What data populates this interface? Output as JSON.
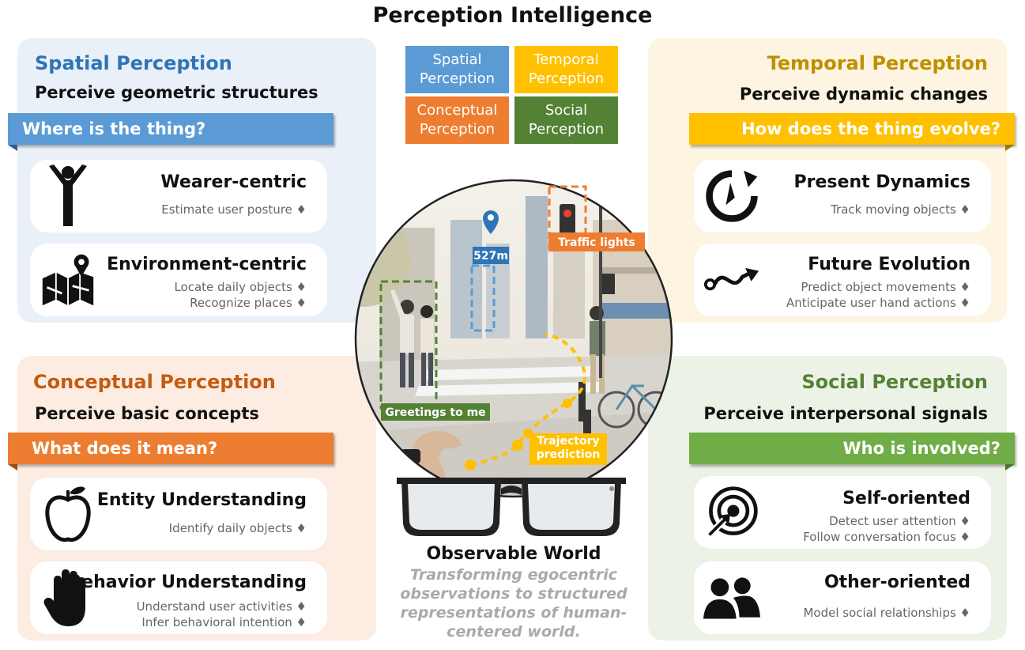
{
  "title": "Perception Intelligence",
  "legend": [
    {
      "label": "Spatial Perception",
      "color": "#5b9bd5"
    },
    {
      "label": "Temporal Perception",
      "color": "#ffc000"
    },
    {
      "label": "Conceptual Perception",
      "color": "#ed7d31"
    },
    {
      "label": "Social Perception",
      "color": "#548235"
    }
  ],
  "spatial": {
    "title": "Spatial Perception",
    "subtitle": "Perceive geometric structures",
    "question": "Where is the thing?",
    "cards": [
      {
        "title": "Wearer-centric",
        "lines": [
          "Estimate user posture ♦"
        ],
        "icon": "person-arms-up-icon"
      },
      {
        "title": "Environment-centric",
        "lines": [
          "Locate daily objects ♦",
          "Recognize places ♦"
        ],
        "icon": "map-pin-icon"
      }
    ]
  },
  "temporal": {
    "title": "Temporal Perception",
    "subtitle": "Perceive dynamic changes",
    "question": "How does the thing evolve?",
    "cards": [
      {
        "title": "Present Dynamics",
        "lines": [
          "Track moving objects ♦"
        ],
        "icon": "clock-refresh-icon"
      },
      {
        "title": "Future Evolution",
        "lines": [
          "Predict object movements ♦",
          "Anticipate user hand actions ♦"
        ],
        "icon": "wave-arrow-icon"
      }
    ]
  },
  "conceptual": {
    "title": "Conceptual Perception",
    "subtitle": "Perceive basic concepts",
    "question": "What does it mean?",
    "cards": [
      {
        "title": "Entity Understanding",
        "lines": [
          "Identify daily objects ♦"
        ],
        "icon": "apple-icon"
      },
      {
        "title": "Behavior Understanding",
        "lines": [
          "Understand user activities ♦",
          "Infer behavioral intention ♦"
        ],
        "icon": "hand-icon"
      }
    ]
  },
  "social": {
    "title": "Social Perception",
    "subtitle": "Perceive interpersonal signals",
    "question": "Who is involved?",
    "cards": [
      {
        "title": "Self-oriented",
        "lines": [
          "Detect user attention ♦",
          "Follow conversation focus ♦"
        ],
        "icon": "target-icon"
      },
      {
        "title": "Other-oriented",
        "lines": [
          "Model social relationships ♦"
        ],
        "icon": "people-icon"
      }
    ]
  },
  "scene": {
    "distance": "527m",
    "traffic": "Traffic lights",
    "greeting": "Greetings to me",
    "trajectory": "Trajectory prediction"
  },
  "center": {
    "title": "Observable World",
    "desc": "Transforming egocentric observations to structured representations of human-centered world."
  },
  "colors": {
    "spatial": "#2e75b6",
    "temporal": "#bf8f00",
    "conceptual": "#c55a11",
    "social": "#548235",
    "banner_blue": "#5b9bd5",
    "banner_yellow": "#ffc000",
    "banner_orange": "#ed7d31",
    "banner_green": "#70ad47"
  }
}
